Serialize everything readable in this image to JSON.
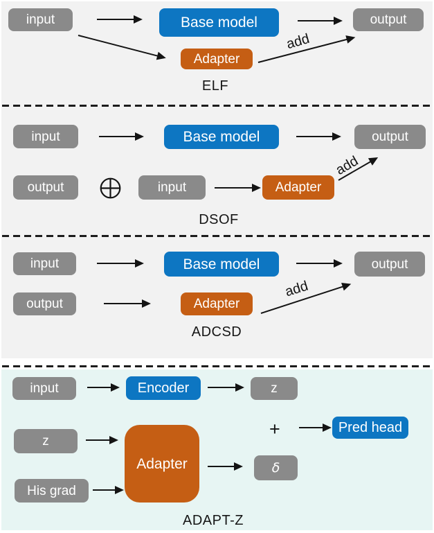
{
  "sections": {
    "elf": {
      "label": "ELF",
      "input": "input",
      "base_model": "Base model",
      "output": "output",
      "adapter": "Adapter",
      "add_label": "add"
    },
    "dsof": {
      "label": "DSOF",
      "input_top": "input",
      "base_model": "Base model",
      "output_top": "output",
      "output_feedback": "output",
      "input_bottom": "input",
      "adapter": "Adapter",
      "add_label": "add"
    },
    "adcsd": {
      "label": "ADCSD",
      "input": "input",
      "base_model": "Base model",
      "output_top": "output",
      "output_feedback": "output",
      "adapter": "Adapter",
      "add_label": "add"
    },
    "adaptz": {
      "label": "ADAPT-Z",
      "input": "input",
      "encoder": "Encoder",
      "z_out": "z",
      "z_in": "z",
      "his_grad": "His grad",
      "adapter": "Adapter",
      "delta": "δ",
      "plus": "+",
      "pred_head": "Pred head"
    }
  },
  "colors": {
    "box_gray": "#8a8a8a",
    "box_blue": "#0d76c2",
    "box_orange": "#c55e14",
    "panel_gray": "#f2f2f2",
    "panel_cyan": "#e7f5f3",
    "arrow": "#141414"
  }
}
